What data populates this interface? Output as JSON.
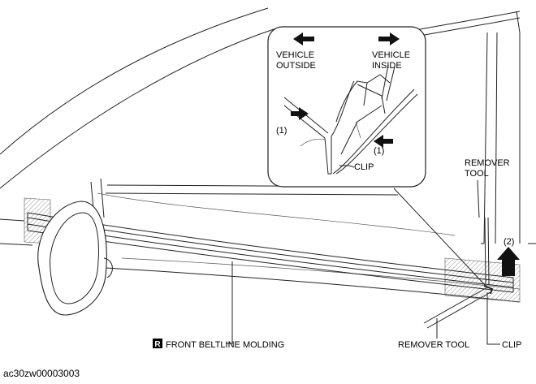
{
  "labels": {
    "vehicle_outside": [
      "VEHICLE",
      "OUTSIDE"
    ],
    "vehicle_inside": [
      "VEHICLE",
      "INSIDE"
    ],
    "step1_left": "(1)",
    "step1_right": "(1)",
    "clip_inset": "CLIP",
    "remover_tool_upper": [
      "REMOVER",
      "TOOL"
    ],
    "step2": "(2)",
    "front_beltline_badge": "R",
    "front_beltline_molding": "FRONT BELTLINE MOLDING",
    "remover_tool_lower": "REMOVER TOOL",
    "clip_lower": "CLIP",
    "figure_code": "ac30zw00003003"
  },
  "icons": {
    "arrow_outside": "left-arrow-icon",
    "arrow_inside": "right-arrow-icon",
    "arrow_step1_left": "right-arrow-icon",
    "arrow_step1_right": "left-arrow-icon",
    "arrow_step2": "up-arrow-icon"
  },
  "colors": {
    "line": "#222222",
    "badge_bg": "#000000",
    "badge_text": "#ffffff",
    "hatch": "#777777"
  }
}
